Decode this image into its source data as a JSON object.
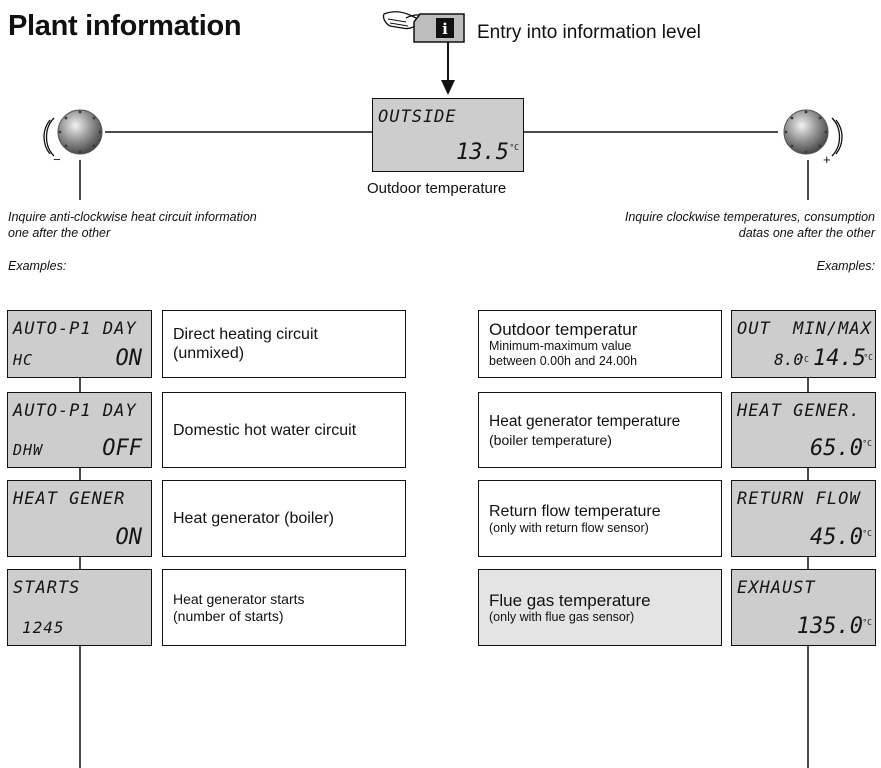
{
  "title": "Plant information",
  "entry_text": "Entry into information level",
  "info_key_icon": "i",
  "center_display": {
    "top": "OUTSIDE",
    "value": "13.5",
    "unit": "°C",
    "caption": "Outdoor temperature"
  },
  "left_knob": {
    "sign": "−"
  },
  "right_knob": {
    "sign": "+"
  },
  "left_note": [
    "Inquire anti-clockwise heat circuit information",
    "one after the other"
  ],
  "right_note": [
    "Inquire clockwise temperatures, consumption",
    "datas one after the other"
  ],
  "examples": "Examples:",
  "left_rows": [
    {
      "lcd_top": "AUTO-P1 DAY",
      "lcd_left": "HC",
      "lcd_right": "ON",
      "label": [
        "Direct heating circuit",
        "(unmixed)"
      ]
    },
    {
      "lcd_top": "AUTO-P1 DAY",
      "lcd_left": "DHW",
      "lcd_right": "OFF",
      "label": [
        "Domestic hot water circuit"
      ]
    },
    {
      "lcd_top": "HEAT GENER",
      "lcd_left": "",
      "lcd_right": "ON",
      "label": [
        "Heat generator (boiler)"
      ]
    },
    {
      "lcd_top": "STARTS",
      "lcd_left": "1245",
      "lcd_right": "",
      "label": [
        "Heat generator starts",
        "(number of starts)"
      ]
    }
  ],
  "right_rows": [
    {
      "lcd_top": "OUT  MIN/MAX",
      "lcd_mid": "8.0",
      "lcd_right": "14.5",
      "unit": "°C",
      "label_big": "Outdoor temperatur",
      "label_small": [
        "Minimum-maximum value",
        "between 0.00h and 24.00h"
      ]
    },
    {
      "lcd_top": "HEAT GENER.",
      "lcd_right": "65.0",
      "unit": "°C",
      "label_big": "Heat generator temperature",
      "label_small": [
        "(boiler temperature)"
      ]
    },
    {
      "lcd_top": "RETURN FLOW",
      "lcd_right": "45.0",
      "unit": "°C",
      "label_big": "Return flow temperature",
      "label_small": [
        "(only with return flow sensor)"
      ]
    },
    {
      "lcd_top": "EXHAUST",
      "lcd_right": "135.0",
      "unit": "°C",
      "label_big": "Flue gas temperature",
      "label_small": [
        "(only with flue gas sensor)"
      ]
    }
  ]
}
